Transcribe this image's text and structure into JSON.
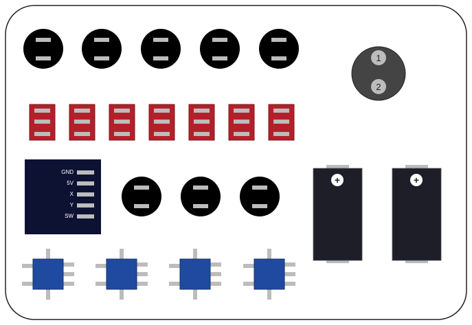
{
  "board": {
    "title": "Controller board layout"
  },
  "colors": {
    "board_border": "#222222",
    "button": "#000000",
    "pin": "#bcbcbc",
    "dip": "#b3202a",
    "joystick": "#0d1233",
    "pot": "#444444",
    "battery": "#1e1e28",
    "tactile": "#1f4aa0"
  },
  "potentiometer": {
    "pins": [
      "1",
      "2"
    ]
  },
  "joystick": {
    "pins": [
      "GND",
      "5V",
      "X",
      "Y",
      "SW"
    ]
  },
  "battery": {
    "polarity_label": "+"
  },
  "counts": {
    "top_buttons": 5,
    "dip_switches": 7,
    "middle_buttons": 3,
    "batteries": 2,
    "tactile_buttons": 4
  }
}
